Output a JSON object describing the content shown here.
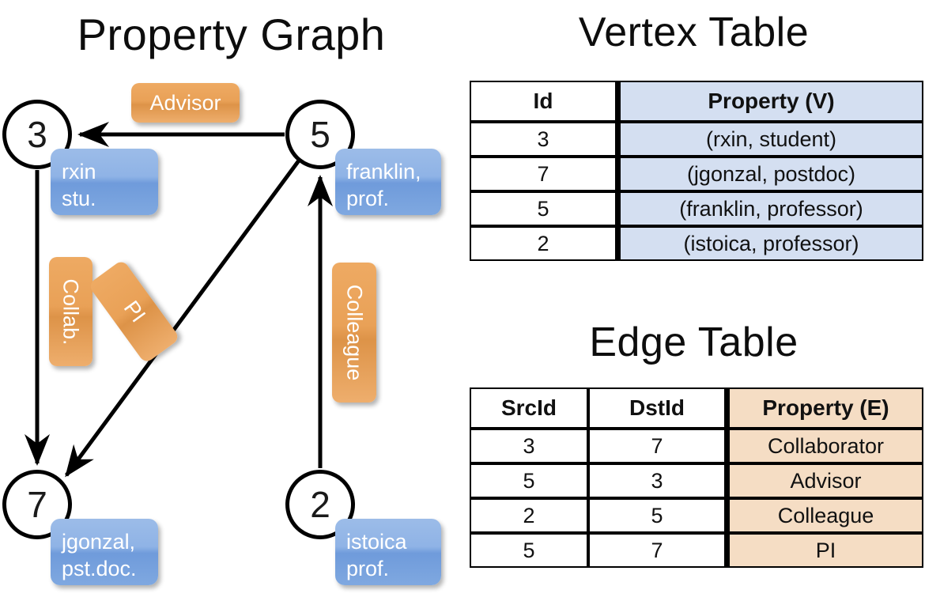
{
  "titles": {
    "property_graph": "Property Graph",
    "vertex_table": "Vertex Table",
    "edge_table": "Edge Table"
  },
  "colors": {
    "vertex_property_fill": "#d4dff1",
    "edge_property_fill": "#f5ddc4",
    "vertex_callout": "#8fb3e6",
    "edge_tag": "#e9a157",
    "stroke": "#000000"
  },
  "graph": {
    "nodes": [
      {
        "id": "3",
        "property_lines": [
          "rxin",
          "stu."
        ]
      },
      {
        "id": "5",
        "property_lines": [
          "franklin,",
          "prof."
        ]
      },
      {
        "id": "7",
        "property_lines": [
          "jgonzal,",
          "pst.doc."
        ]
      },
      {
        "id": "2",
        "property_lines": [
          "istoica",
          "prof."
        ]
      }
    ],
    "edge_labels": [
      {
        "name": "advisor",
        "text": "Advisor"
      },
      {
        "name": "collab",
        "text": "Collab."
      },
      {
        "name": "pi",
        "text": "PI"
      },
      {
        "name": "colleague",
        "text": "Colleague"
      }
    ]
  },
  "vertex_table": {
    "headers": [
      "Id",
      "Property (V)"
    ],
    "rows": [
      [
        "3",
        "(rxin, student)"
      ],
      [
        "7",
        "(jgonzal, postdoc)"
      ],
      [
        "5",
        "(franklin, professor)"
      ],
      [
        "2",
        "(istoica, professor)"
      ]
    ]
  },
  "edge_table": {
    "headers": [
      "SrcId",
      "DstId",
      "Property (E)"
    ],
    "rows": [
      [
        "3",
        "7",
        "Collaborator"
      ],
      [
        "5",
        "3",
        "Advisor"
      ],
      [
        "2",
        "5",
        "Colleague"
      ],
      [
        "5",
        "7",
        "PI"
      ]
    ]
  }
}
